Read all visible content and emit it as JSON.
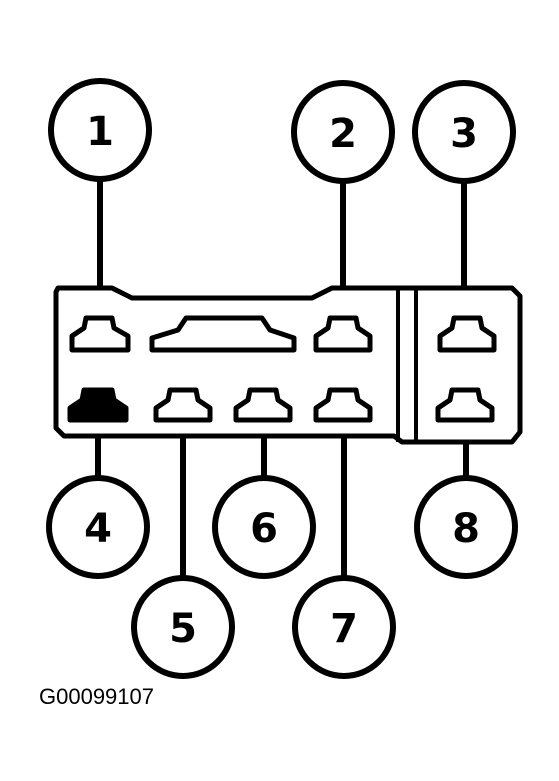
{
  "callouts": [
    {
      "id": "1",
      "label": "1"
    },
    {
      "id": "2",
      "label": "2"
    },
    {
      "id": "3",
      "label": "3"
    },
    {
      "id": "4",
      "label": "4"
    },
    {
      "id": "5",
      "label": "5"
    },
    {
      "id": "6",
      "label": "6"
    },
    {
      "id": "7",
      "label": "7"
    },
    {
      "id": "8",
      "label": "8"
    }
  ],
  "figure_id": "G00099107",
  "colors": {
    "ink": "#000000",
    "paper": "#ffffff"
  }
}
